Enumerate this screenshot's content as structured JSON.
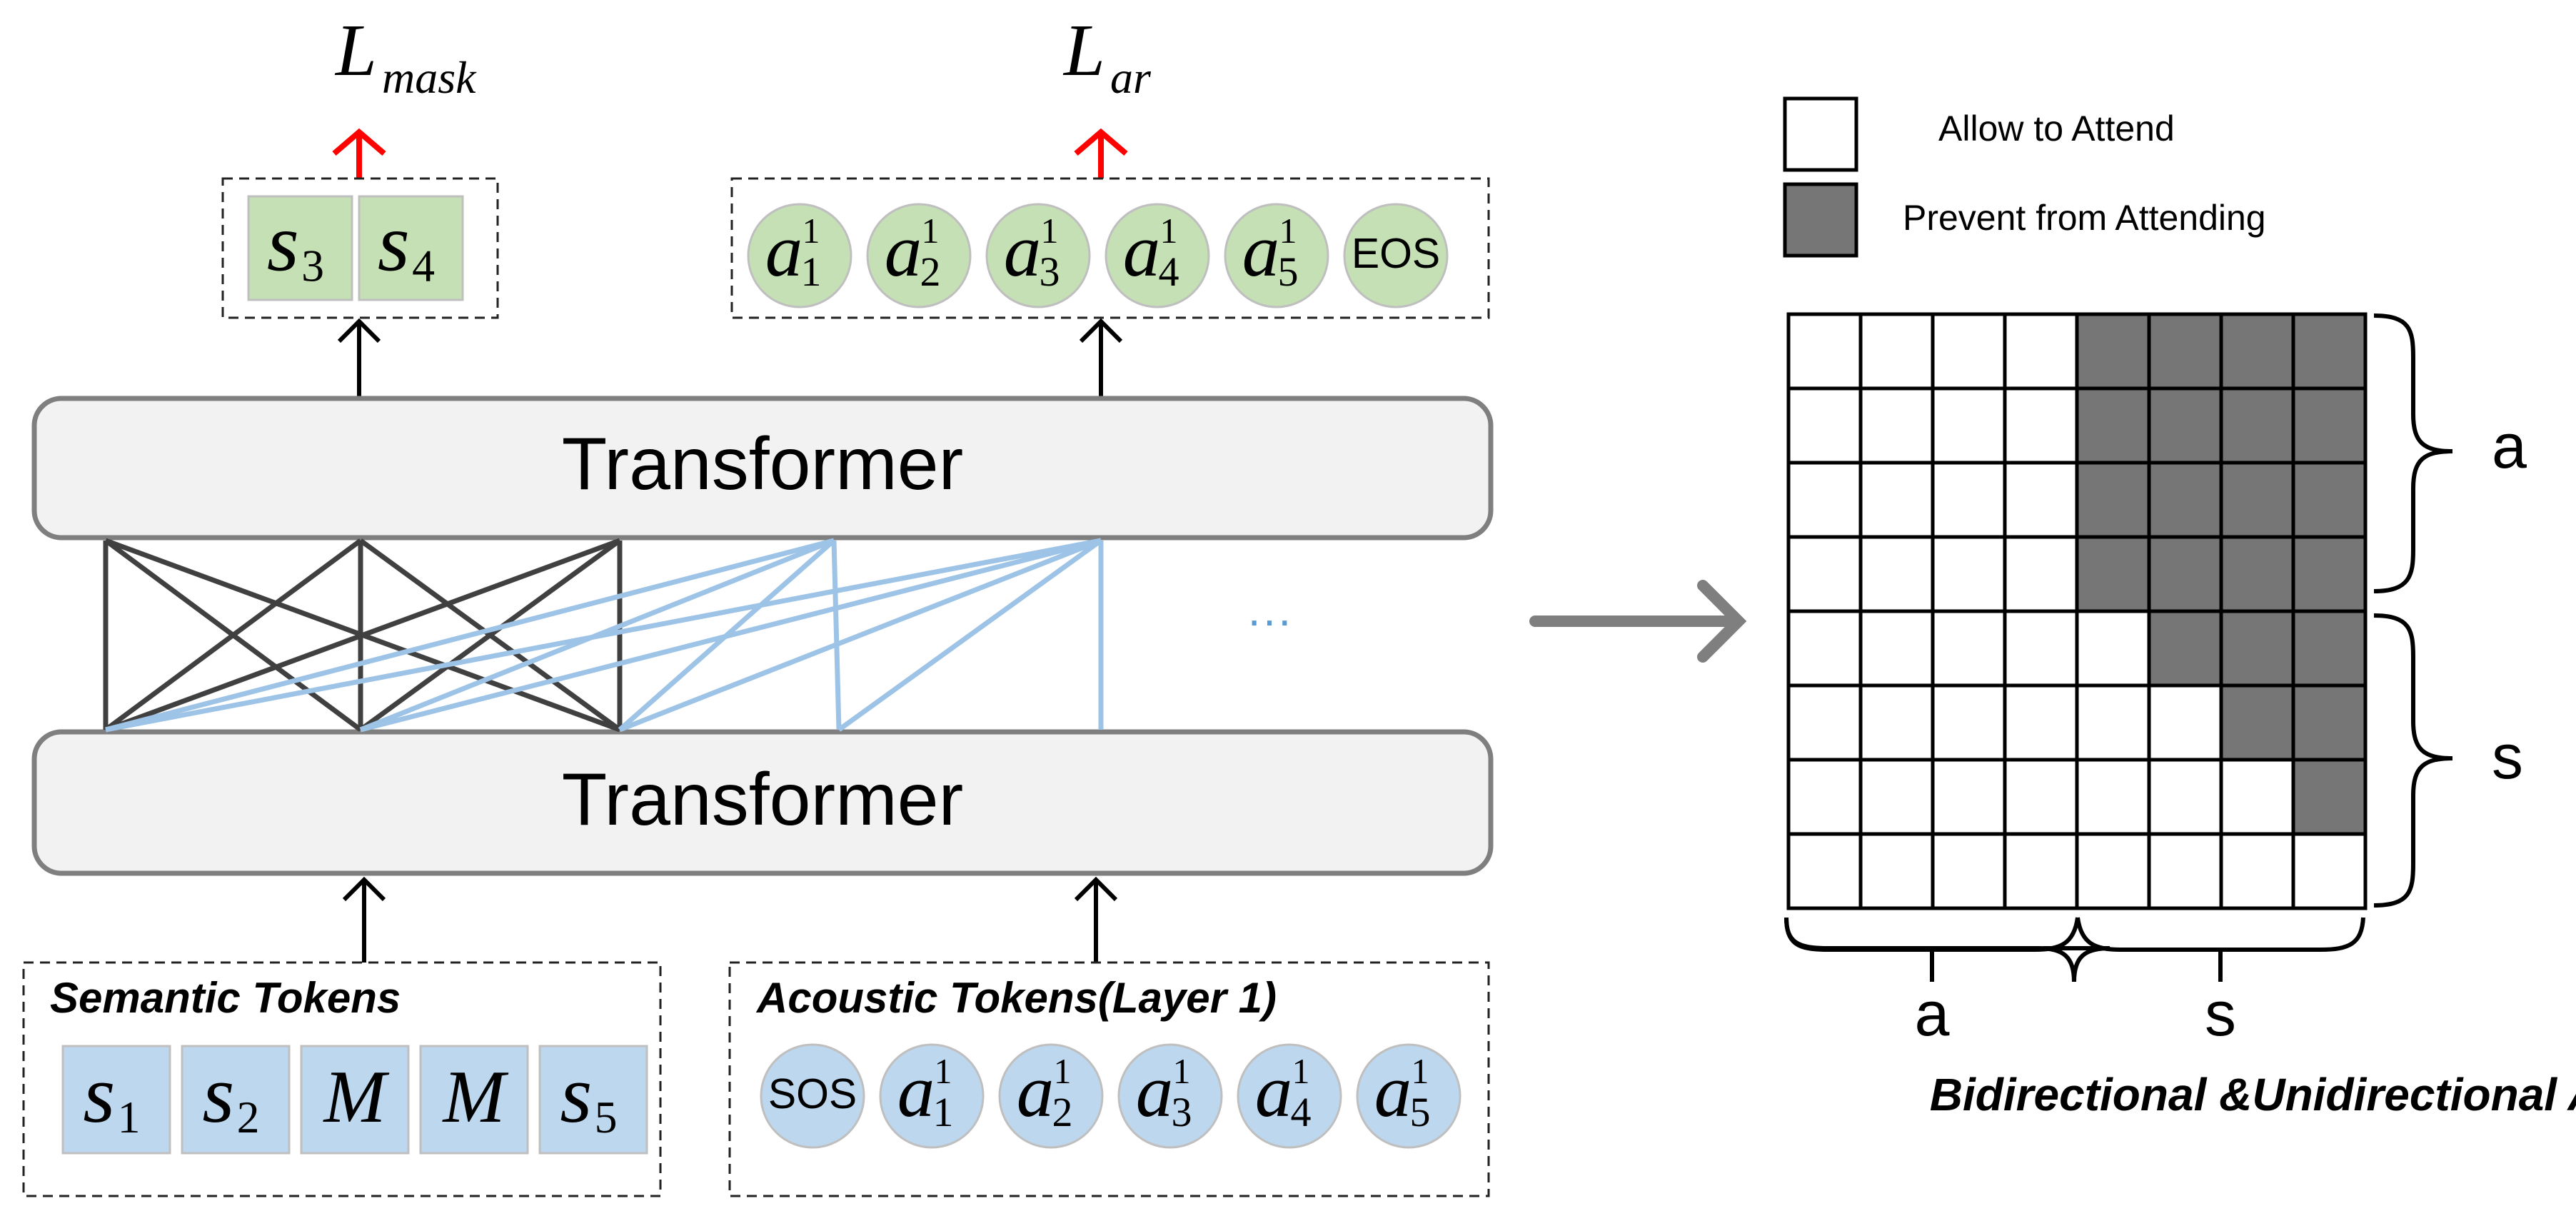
{
  "losses": {
    "mask": {
      "main": "L",
      "sub": "mask"
    },
    "ar": {
      "main": "L",
      "sub": "ar"
    }
  },
  "output_semantic": [
    {
      "main": "s",
      "sub": "3"
    },
    {
      "main": "s",
      "sub": "4"
    }
  ],
  "output_acoustic": [
    {
      "main": "a",
      "sub": "1",
      "sup": "1"
    },
    {
      "main": "a",
      "sub": "2",
      "sup": "1"
    },
    {
      "main": "a",
      "sub": "3",
      "sup": "1"
    },
    {
      "main": "a",
      "sub": "4",
      "sup": "1"
    },
    {
      "main": "a",
      "sub": "5",
      "sup": "1"
    },
    {
      "text": "EOS"
    }
  ],
  "transformer_top": "Transformer",
  "transformer_bottom": "Transformer",
  "ellipsis": "···",
  "input_semantic": {
    "title": "Semantic Tokens",
    "tokens": [
      {
        "main": "s",
        "sub": "1"
      },
      {
        "main": "s",
        "sub": "2"
      },
      {
        "main": "M"
      },
      {
        "main": "M"
      },
      {
        "main": "s",
        "sub": "5"
      }
    ]
  },
  "input_acoustic": {
    "title": "Acoustic Tokens(Layer 1)",
    "tokens": [
      {
        "text": "SOS"
      },
      {
        "main": "a",
        "sub": "1",
        "sup": "1"
      },
      {
        "main": "a",
        "sub": "2",
        "sup": "1"
      },
      {
        "main": "a",
        "sub": "3",
        "sup": "1"
      },
      {
        "main": "a",
        "sub": "4",
        "sup": "1"
      },
      {
        "main": "a",
        "sub": "5",
        "sup": "1"
      }
    ]
  },
  "legend": {
    "allow": "Allow to Attend",
    "prevent": "Prevent from Attending"
  },
  "mask_matrix": [
    [
      0,
      0,
      0,
      0,
      1,
      1,
      1,
      1
    ],
    [
      0,
      0,
      0,
      0,
      1,
      1,
      1,
      1
    ],
    [
      0,
      0,
      0,
      0,
      1,
      1,
      1,
      1
    ],
    [
      0,
      0,
      0,
      0,
      1,
      1,
      1,
      1
    ],
    [
      0,
      0,
      0,
      0,
      0,
      1,
      1,
      1
    ],
    [
      0,
      0,
      0,
      0,
      0,
      0,
      1,
      1
    ],
    [
      0,
      0,
      0,
      0,
      0,
      0,
      0,
      1
    ],
    [
      0,
      0,
      0,
      0,
      0,
      0,
      0,
      0
    ]
  ],
  "brace_labels": {
    "right_top": "a",
    "right_bottom": "s",
    "bottom_left": "a",
    "bottom_right": "s"
  },
  "attention_title": "Bidirectional &Unidirectional Attention",
  "colors": {
    "green_fill": "#c5e0b4",
    "blue_fill": "#bdd7ee",
    "blue_line": "#9dc3e6",
    "dark_line": "#404040",
    "mask_gray": "#767676",
    "red_arrow": "#ff0000",
    "transformer_fill": "#f2f2f2",
    "transformer_stroke": "#7f7f7f",
    "arrow_gray": "#7f7f7f"
  }
}
